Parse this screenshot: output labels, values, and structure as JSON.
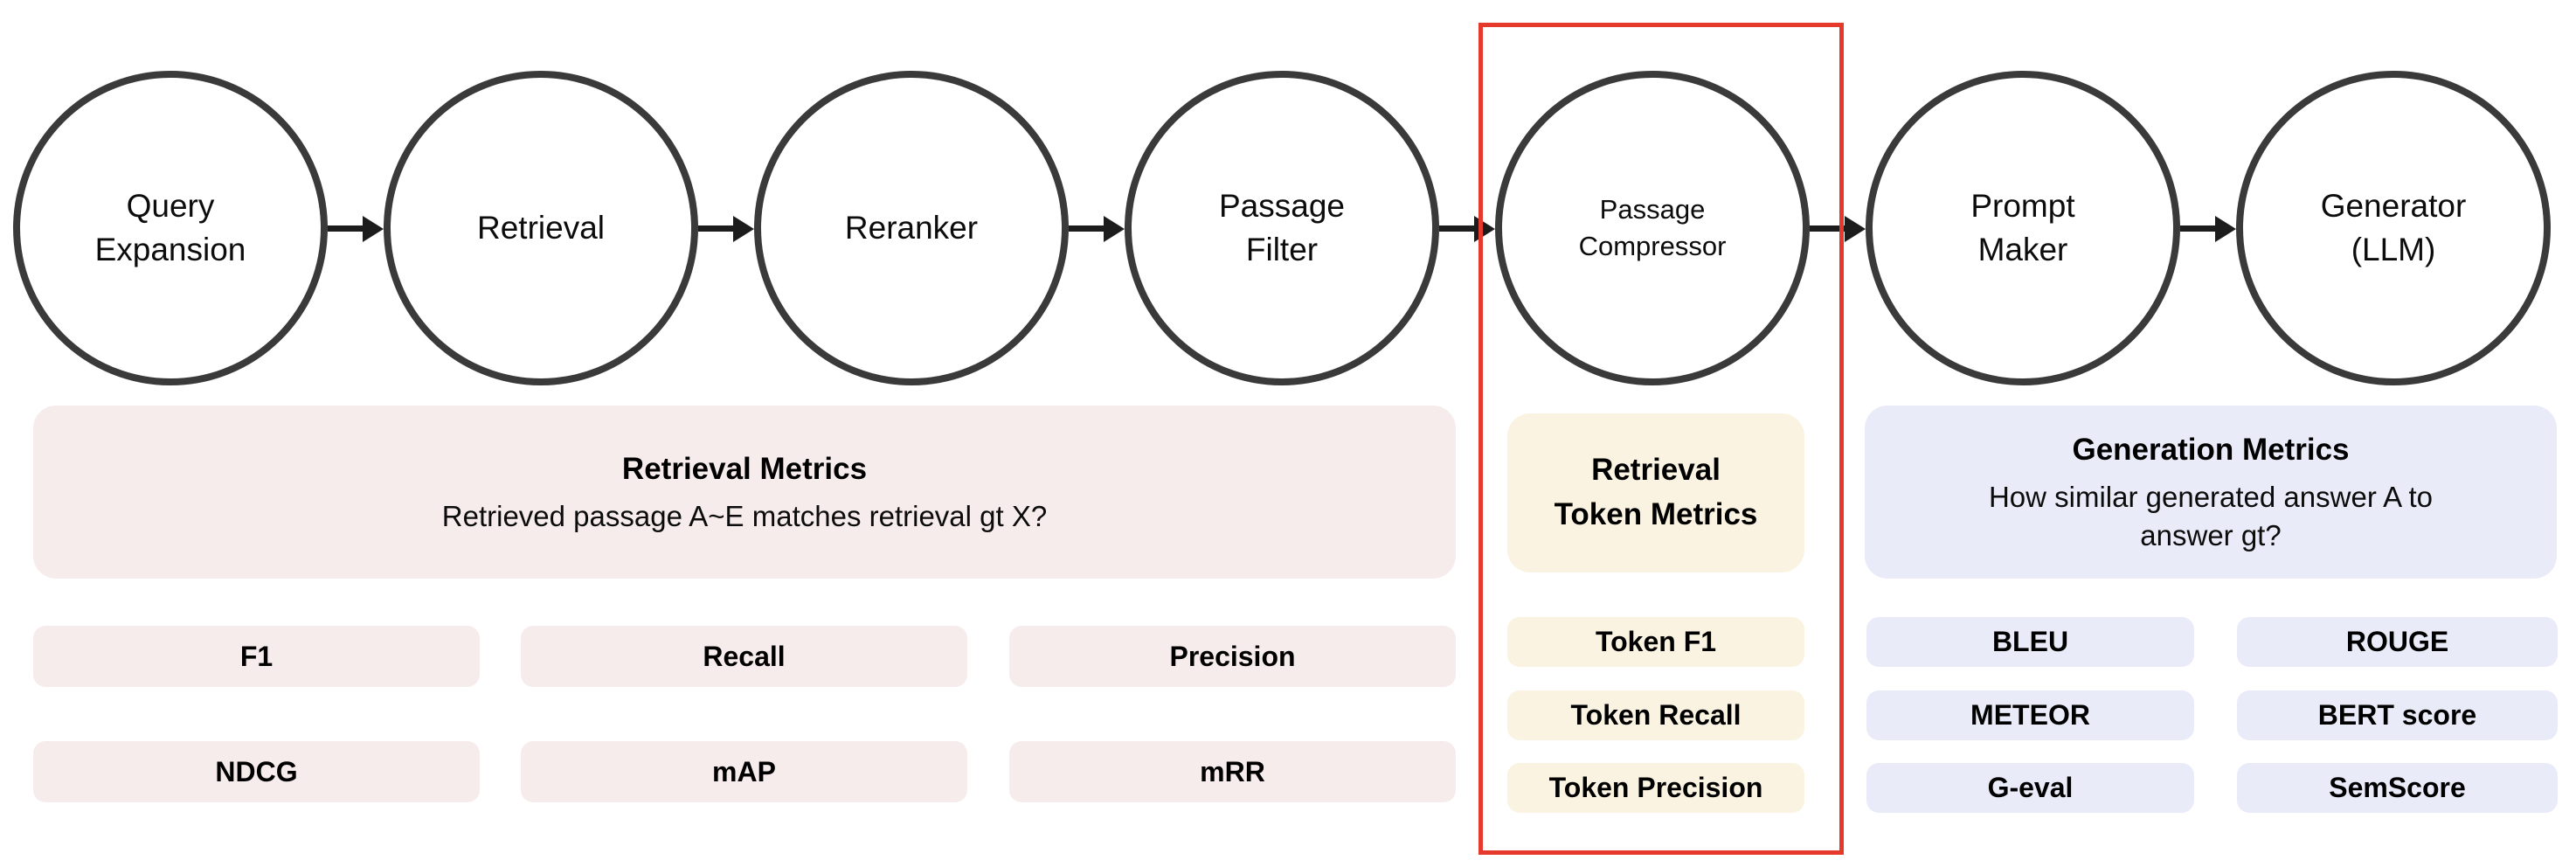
{
  "colors": {
    "retrieval_bg": "#f7ecec",
    "token_bg": "#faf3e1",
    "generation_bg": "#e9ecf8",
    "highlight_red": "#e5392c",
    "node_border": "#3a3a3a"
  },
  "pipeline": {
    "nodes": [
      {
        "id": "query-expansion",
        "label": "Query\nExpansion"
      },
      {
        "id": "retrieval",
        "label": "Retrieval"
      },
      {
        "id": "reranker",
        "label": "Reranker"
      },
      {
        "id": "passage-filter",
        "label": "Passage\nFilter"
      },
      {
        "id": "passage-compressor",
        "label": "Passage\nCompressor",
        "highlighted": true
      },
      {
        "id": "prompt-maker",
        "label": "Prompt\nMaker"
      },
      {
        "id": "generator-llm",
        "label": "Generator\n(LLM)"
      }
    ]
  },
  "retrieval_metrics": {
    "title": "Retrieval Metrics",
    "subtitle": "Retrieved passage A~E matches retrieval gt X?",
    "pills": [
      [
        "F1",
        "Recall",
        "Precision"
      ],
      [
        "NDCG",
        "mAP",
        "mRR"
      ]
    ]
  },
  "retrieval_token_metrics": {
    "title": "Retrieval\nToken Metrics",
    "pills": [
      "Token F1",
      "Token Recall",
      "Token Precision"
    ]
  },
  "generation_metrics": {
    "title": "Generation Metrics",
    "subtitle": "How similar generated answer A to\nanswer gt?",
    "pills": [
      [
        "BLEU",
        "ROUGE"
      ],
      [
        "METEOR",
        "BERT score"
      ],
      [
        "G-eval",
        "SemScore"
      ]
    ]
  }
}
